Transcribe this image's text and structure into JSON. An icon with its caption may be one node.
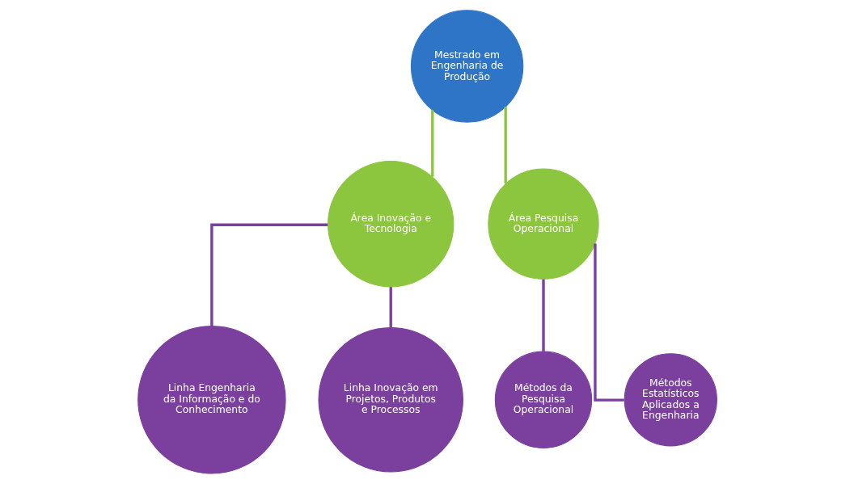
{
  "diagram": {
    "nodes": [
      {
        "text": [
          "Mestrado em Engenharia de Produção"
        ]
      },
      {
        "text": [
          "Área Inovação e Tecnologia"
        ]
      },
      {
        "text": [
          "Área Pesquisa Operacional"
        ]
      },
      {
        "text": [
          "Linha Engenharia da Informação e do Conhecimento"
        ]
      },
      {
        "text": [
          "Linha Inovação em Projetos, Produtos e Processos"
        ]
      },
      {
        "text": [
          "Métodos da Pesquisa Operacional"
        ]
      },
      {
        "text": [
          "Métodos Estatísticos Aplicados a Engenharia"
        ]
      }
    ],
    "edges": [
      {
        "from": 0,
        "to": 1,
        "arrow": "none",
        "color": "#8cc63f"
      },
      {
        "from": 0,
        "to": 2,
        "arrow": "none",
        "color": "#8cc63f"
      },
      {
        "from": 1,
        "to": 3,
        "arrow": "none"
      },
      {
        "from": 1,
        "to": 4,
        "arrow": "none"
      },
      {
        "from": 2,
        "to": 5,
        "arrow": "none"
      },
      {
        "from": 2,
        "to": 6,
        "arrow": "none"
      }
    ]
  }
}
